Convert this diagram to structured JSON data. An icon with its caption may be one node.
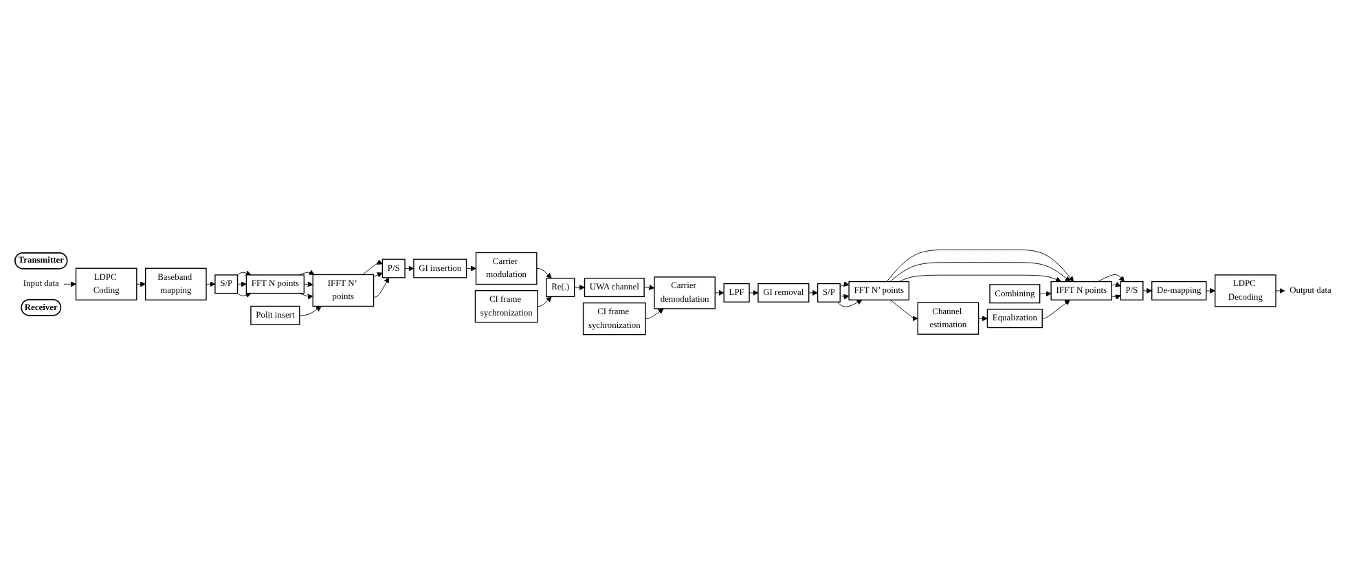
{
  "diagram": {
    "nodes": [
      {
        "text": [
          "Transmitter"
        ]
      },
      {
        "text": [
          "Polit insert"
        ]
      },
      {
        "text": [
          "CI frame sychronization"
        ]
      },
      {
        "text": [
          "Input data"
        ]
      },
      {
        "text": [
          "LDPC Coding"
        ]
      },
      {
        "text": [
          "Baseband mapping"
        ]
      },
      {
        "text": [
          "S/P"
        ]
      },
      {
        "text": [
          "FFT N points"
        ]
      },
      {
        "text": [
          "IFFT N’ points"
        ]
      },
      {
        "text": [
          "P/S"
        ]
      },
      {
        "text": [
          "GI insertion"
        ]
      },
      {
        "text": [
          "Carrier modulation"
        ]
      },
      {
        "text": [
          "Re(.)"
        ]
      },
      {
        "text": [
          "UWA channel"
        ]
      },
      {
        "text": [
          "Combining"
        ]
      },
      {
        "text": [
          "Output data"
        ]
      },
      {
        "text": [
          "LDPC Decoding"
        ]
      },
      {
        "text": [
          "De-mapping"
        ]
      },
      {
        "text": [
          "P/S"
        ]
      },
      {
        "text": [
          "IFFT N points"
        ]
      },
      {
        "text": [
          "FFT N’ points"
        ]
      },
      {
        "text": [
          "S/P"
        ]
      },
      {
        "text": [
          "GI removal"
        ]
      },
      {
        "text": [
          "LPF"
        ]
      },
      {
        "text": [
          "Carrier demodulation"
        ]
      },
      {
        "text": [
          "Receiver"
        ]
      },
      {
        "text": [
          "Equalization"
        ]
      },
      {
        "text": [
          "Channel estimation"
        ]
      },
      {
        "text": [
          "CI frame sychronization"
        ]
      }
    ],
    "edges": [
      {
        "from": 3,
        "to": 4,
        "arrow": "to"
      },
      {
        "from": 4,
        "to": 5,
        "arrow": "to"
      },
      {
        "from": 5,
        "to": 6,
        "arrow": "to"
      },
      {
        "from": 6,
        "to": 7,
        "arrow": "to"
      },
      {
        "from": 6,
        "to": 7,
        "arrow": "to"
      },
      {
        "from": 6,
        "to": 7,
        "arrow": "to"
      },
      {
        "from": 7,
        "to": 8,
        "arrow": "to"
      },
      {
        "from": 7,
        "to": 8,
        "arrow": "to"
      },
      {
        "from": 7,
        "to": 8,
        "arrow": "to"
      },
      {
        "from": 1,
        "to": 8,
        "arrow": "to"
      },
      {
        "from": 8,
        "to": 9,
        "arrow": "to"
      },
      {
        "from": 8,
        "to": 9,
        "arrow": "to"
      },
      {
        "from": 8,
        "to": 9,
        "arrow": "to"
      },
      {
        "from": 9,
        "to": 10,
        "arrow": "to"
      },
      {
        "from": 10,
        "to": 11,
        "arrow": "to"
      },
      {
        "from": 11,
        "to": 12,
        "arrow": "to"
      },
      {
        "from": 2,
        "to": 12,
        "arrow": "to"
      },
      {
        "from": 12,
        "to": 13,
        "arrow": "to"
      },
      {
        "from": 13,
        "to": 24,
        "arrow": "to"
      },
      {
        "from": 28,
        "to": 24,
        "arrow": "to"
      },
      {
        "from": 24,
        "to": 23,
        "arrow": "to"
      },
      {
        "from": 23,
        "to": 22,
        "arrow": "to"
      },
      {
        "from": 22,
        "to": 21,
        "arrow": "to"
      },
      {
        "from": 21,
        "to": 20,
        "arrow": "to"
      },
      {
        "from": 21,
        "to": 20,
        "arrow": "to"
      },
      {
        "from": 21,
        "to": 20,
        "arrow": "to"
      },
      {
        "from": 20,
        "to": 27,
        "arrow": "to"
      },
      {
        "from": 27,
        "to": 26,
        "arrow": "to"
      },
      {
        "from": 20,
        "to": 19,
        "arrow": "to"
      },
      {
        "from": 20,
        "to": 19,
        "arrow": "to"
      },
      {
        "from": 20,
        "to": 19,
        "arrow": "to"
      },
      {
        "from": 14,
        "to": 19,
        "arrow": "to"
      },
      {
        "from": 26,
        "to": 19,
        "arrow": "to"
      },
      {
        "from": 19,
        "to": 18,
        "arrow": "to"
      },
      {
        "from": 19,
        "to": 18,
        "arrow": "to"
      },
      {
        "from": 19,
        "to": 18,
        "arrow": "to"
      },
      {
        "from": 18,
        "to": 17,
        "arrow": "to"
      },
      {
        "from": 17,
        "to": 16,
        "arrow": "to"
      },
      {
        "from": 16,
        "to": 15,
        "arrow": "to"
      }
    ]
  }
}
